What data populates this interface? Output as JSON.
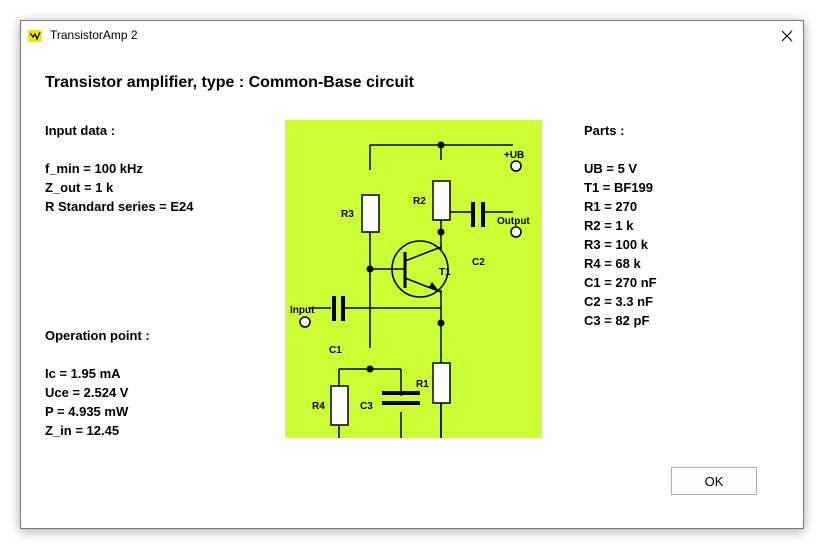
{
  "window": {
    "title": "TransistorAmp 2",
    "close_icon": "close-icon",
    "app_icon": "app-logo-icon"
  },
  "heading": {
    "prefix": "Transistor amplifier, type : ",
    "type": "Common-Base circuit"
  },
  "input_data": {
    "header": "Input data :",
    "lines": [
      "f_min = 100 kHz",
      "Z_out = 1 k",
      "R Standard series = E24"
    ]
  },
  "operation_point": {
    "header": "Operation point :",
    "lines": [
      "Ic = 1.95 mA",
      "Uce = 2.524 V",
      "P = 4.935 mW",
      "Z_in = 12.45"
    ]
  },
  "parts": {
    "header": "Parts :",
    "lines": [
      "UB = 5 V",
      "T1 = BF199",
      "R1 = 270",
      "R2 = 1 k",
      "R3 = 100 k",
      "R4 = 68 k",
      "C1 = 270 nF",
      "C2 = 3.3 nF",
      "C3 = 82 pF"
    ]
  },
  "schematic": {
    "background": "#ccff33",
    "labels": {
      "ub": "+UB",
      "output": "Output",
      "input": "Input",
      "r1": "R1",
      "r2": "R2",
      "r3": "R3",
      "r4": "R4",
      "c1": "C1",
      "c2": "C2",
      "c3": "C3",
      "t1": "T1"
    }
  },
  "buttons": {
    "ok": "OK"
  }
}
